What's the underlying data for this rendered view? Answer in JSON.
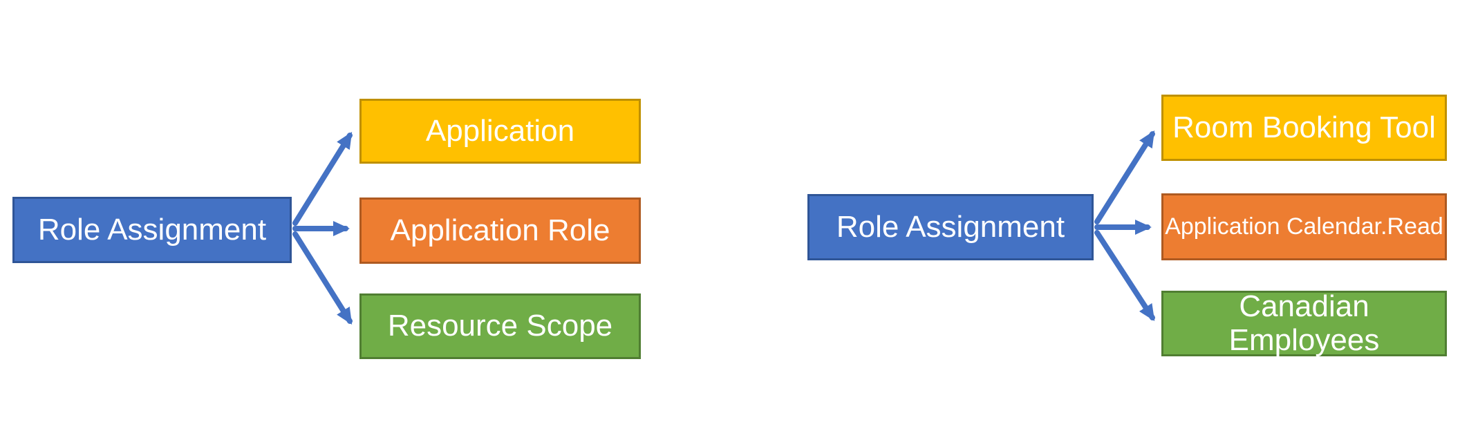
{
  "colors": {
    "blue": "#4472C4",
    "blue-border": "#2F5597",
    "gold": "#FFC000",
    "gold-border": "#BF9000",
    "orange": "#ED7D31",
    "orange-border": "#AE5A21",
    "green": "#70AD47",
    "green-border": "#507E32",
    "arrow": "#4472C4",
    "label-text": "#FFFFFF",
    "background": "#FFFFFF"
  },
  "left_diagram": {
    "root": {
      "label": "Role Assignment",
      "color": "blue"
    },
    "children": [
      {
        "label": "Application",
        "color": "gold"
      },
      {
        "label": "Application Role",
        "color": "orange"
      },
      {
        "label": "Resource Scope",
        "color": "green"
      }
    ]
  },
  "right_diagram": {
    "root": {
      "label": "Role Assignment",
      "color": "blue"
    },
    "children": [
      {
        "label": "Room Booking Tool",
        "color": "gold"
      },
      {
        "label": "Application Calendar.Read",
        "color": "orange"
      },
      {
        "label": "Canadian Employees",
        "color": "green"
      }
    ]
  }
}
